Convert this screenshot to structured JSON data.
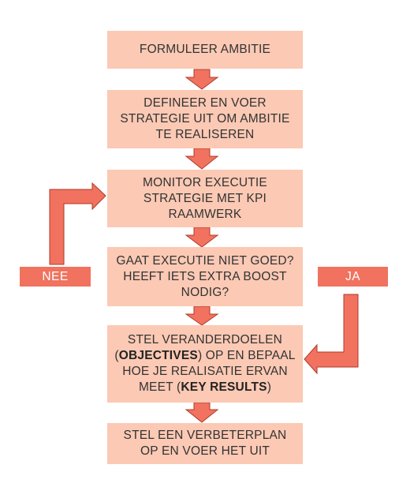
{
  "colors": {
    "box_fill": "#fbc9b4",
    "arrow_fill": "#f0725f",
    "arrow_stroke": "#b23a2a",
    "tag_fill": "#f0725f"
  },
  "steps": [
    {
      "lines": [
        "FORMULEER AMBITIE"
      ]
    },
    {
      "lines": [
        "DEFINEER EN VOER",
        "STRATEGIE UIT OM AMBITIE",
        "TE REALISEREN"
      ]
    },
    {
      "lines": [
        "MONITOR EXECUTIE",
        "STRATEGIE MET KPI",
        "RAAMWERK"
      ]
    },
    {
      "lines": [
        "GAAT EXECUTIE NIET GOED?",
        "HEEFT IETS EXTRA BOOST",
        "NODIG?"
      ]
    },
    {
      "line1": "STEL VERANDERDOELEN",
      "line2_pre": "(",
      "line2_bold": "OBJECTIVES",
      "line2_post": ") OP EN BEPAAL",
      "line3": "HOE JE REALISATIE ERVAN",
      "line4_pre": "MEET (",
      "line4_bold": "KEY RESULTS",
      "line4_post": ")"
    },
    {
      "lines": [
        "STEL EEN VERBETERPLAN",
        "OP EN VOER HET UIT"
      ]
    }
  ],
  "labels": {
    "no": "NEE",
    "yes": "JA"
  }
}
